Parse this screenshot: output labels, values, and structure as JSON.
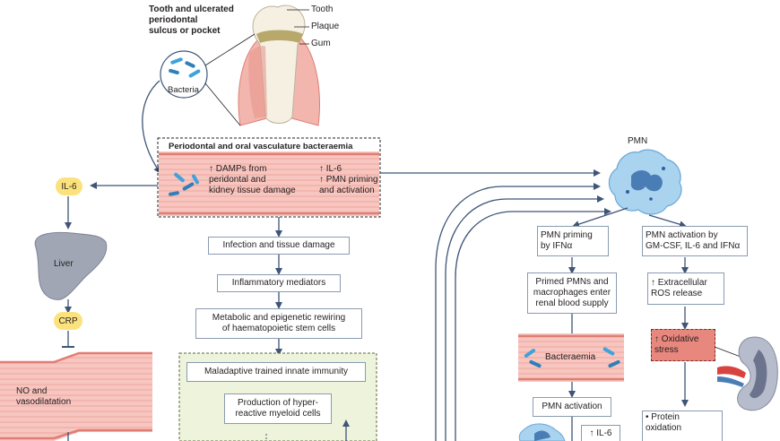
{
  "tooth_section": {
    "title": "Tooth and ulcerated\nperiodontal\nsulcus or pocket",
    "tooth": "Tooth",
    "plaque": "Plaque",
    "gum": "Gum",
    "bacteria": "Bacteria"
  },
  "vessel": {
    "title": "Periodontal and oral vasculature bacteraemia",
    "damps": "↑ DAMPs from\nperidontal and\nkidney tissue damage",
    "il6": "↑ IL-6\n↑ PMN priming\nand activation"
  },
  "left_pathway": {
    "il6": "IL-6",
    "liver": "Liver",
    "crp": "CRP",
    "no": "NO and\nvasodilatation"
  },
  "center_pathway": {
    "infection": "Infection and tissue damage",
    "mediators": "Inflammatory mediators",
    "rewiring": "Metabolic and epigenetic rewiring\nof haematopoietic stem cells",
    "trained": "Maladaptive trained innate immunity",
    "production": "Production of hyper-\nreactive myeloid cells"
  },
  "pmn": {
    "title": "PMN",
    "priming": "PMN priming\nby IFNα",
    "activation_by": "PMN activation by\nGM-CSF, IL-6 and IFNα",
    "primed": "Primed PMNs and\nmacrophages enter\nrenal blood supply",
    "ros": "↑ Extracellular\nROS release",
    "bacteraemia": "Bacteraemia",
    "oxidative": "↑ Oxidative\nstress",
    "pmn_activation": "PMN activation",
    "il6_bottom": "↑ IL-6",
    "protein": "• Protein\noxidation"
  },
  "colors": {
    "arrow": "#3f5577",
    "vessel_fill": "#f7c6c0",
    "vessel_stripe": "#e8867c",
    "pill": "#fce27d",
    "green_box": "#eef3dc",
    "oxidative": "#e8877e",
    "cell": "#a9d3ef"
  }
}
